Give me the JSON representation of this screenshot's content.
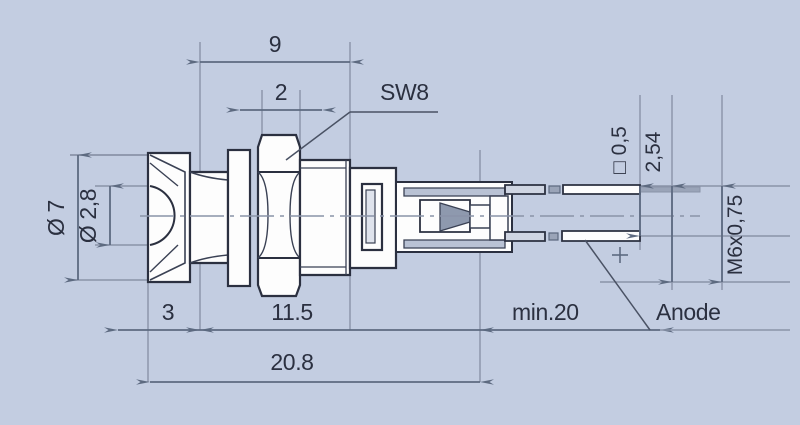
{
  "drawing": {
    "title": "LED indicator panel-mount dimensioned drawing",
    "background_color": "#c3cde1",
    "line_color": "#5d6a80",
    "outline_color": "#2b3040",
    "fill_color": "#fdfdfd",
    "text_color": "#2b3040"
  },
  "dimensions": {
    "top_overall": "9",
    "top_inner": "2",
    "diameter_outer": "Ø 7",
    "diameter_inner": "Ø 2,8",
    "bottom_left": "3",
    "bottom_mid": "11.5",
    "bottom_min": "min.20",
    "bottom_overall": "20.8",
    "lead_square": "□ 0,5",
    "lead_pitch": "2,54",
    "thread": "M6x0,75"
  },
  "labels": {
    "wrench_size": "SW8",
    "anode": "Anode",
    "polarity_marker": "+"
  }
}
